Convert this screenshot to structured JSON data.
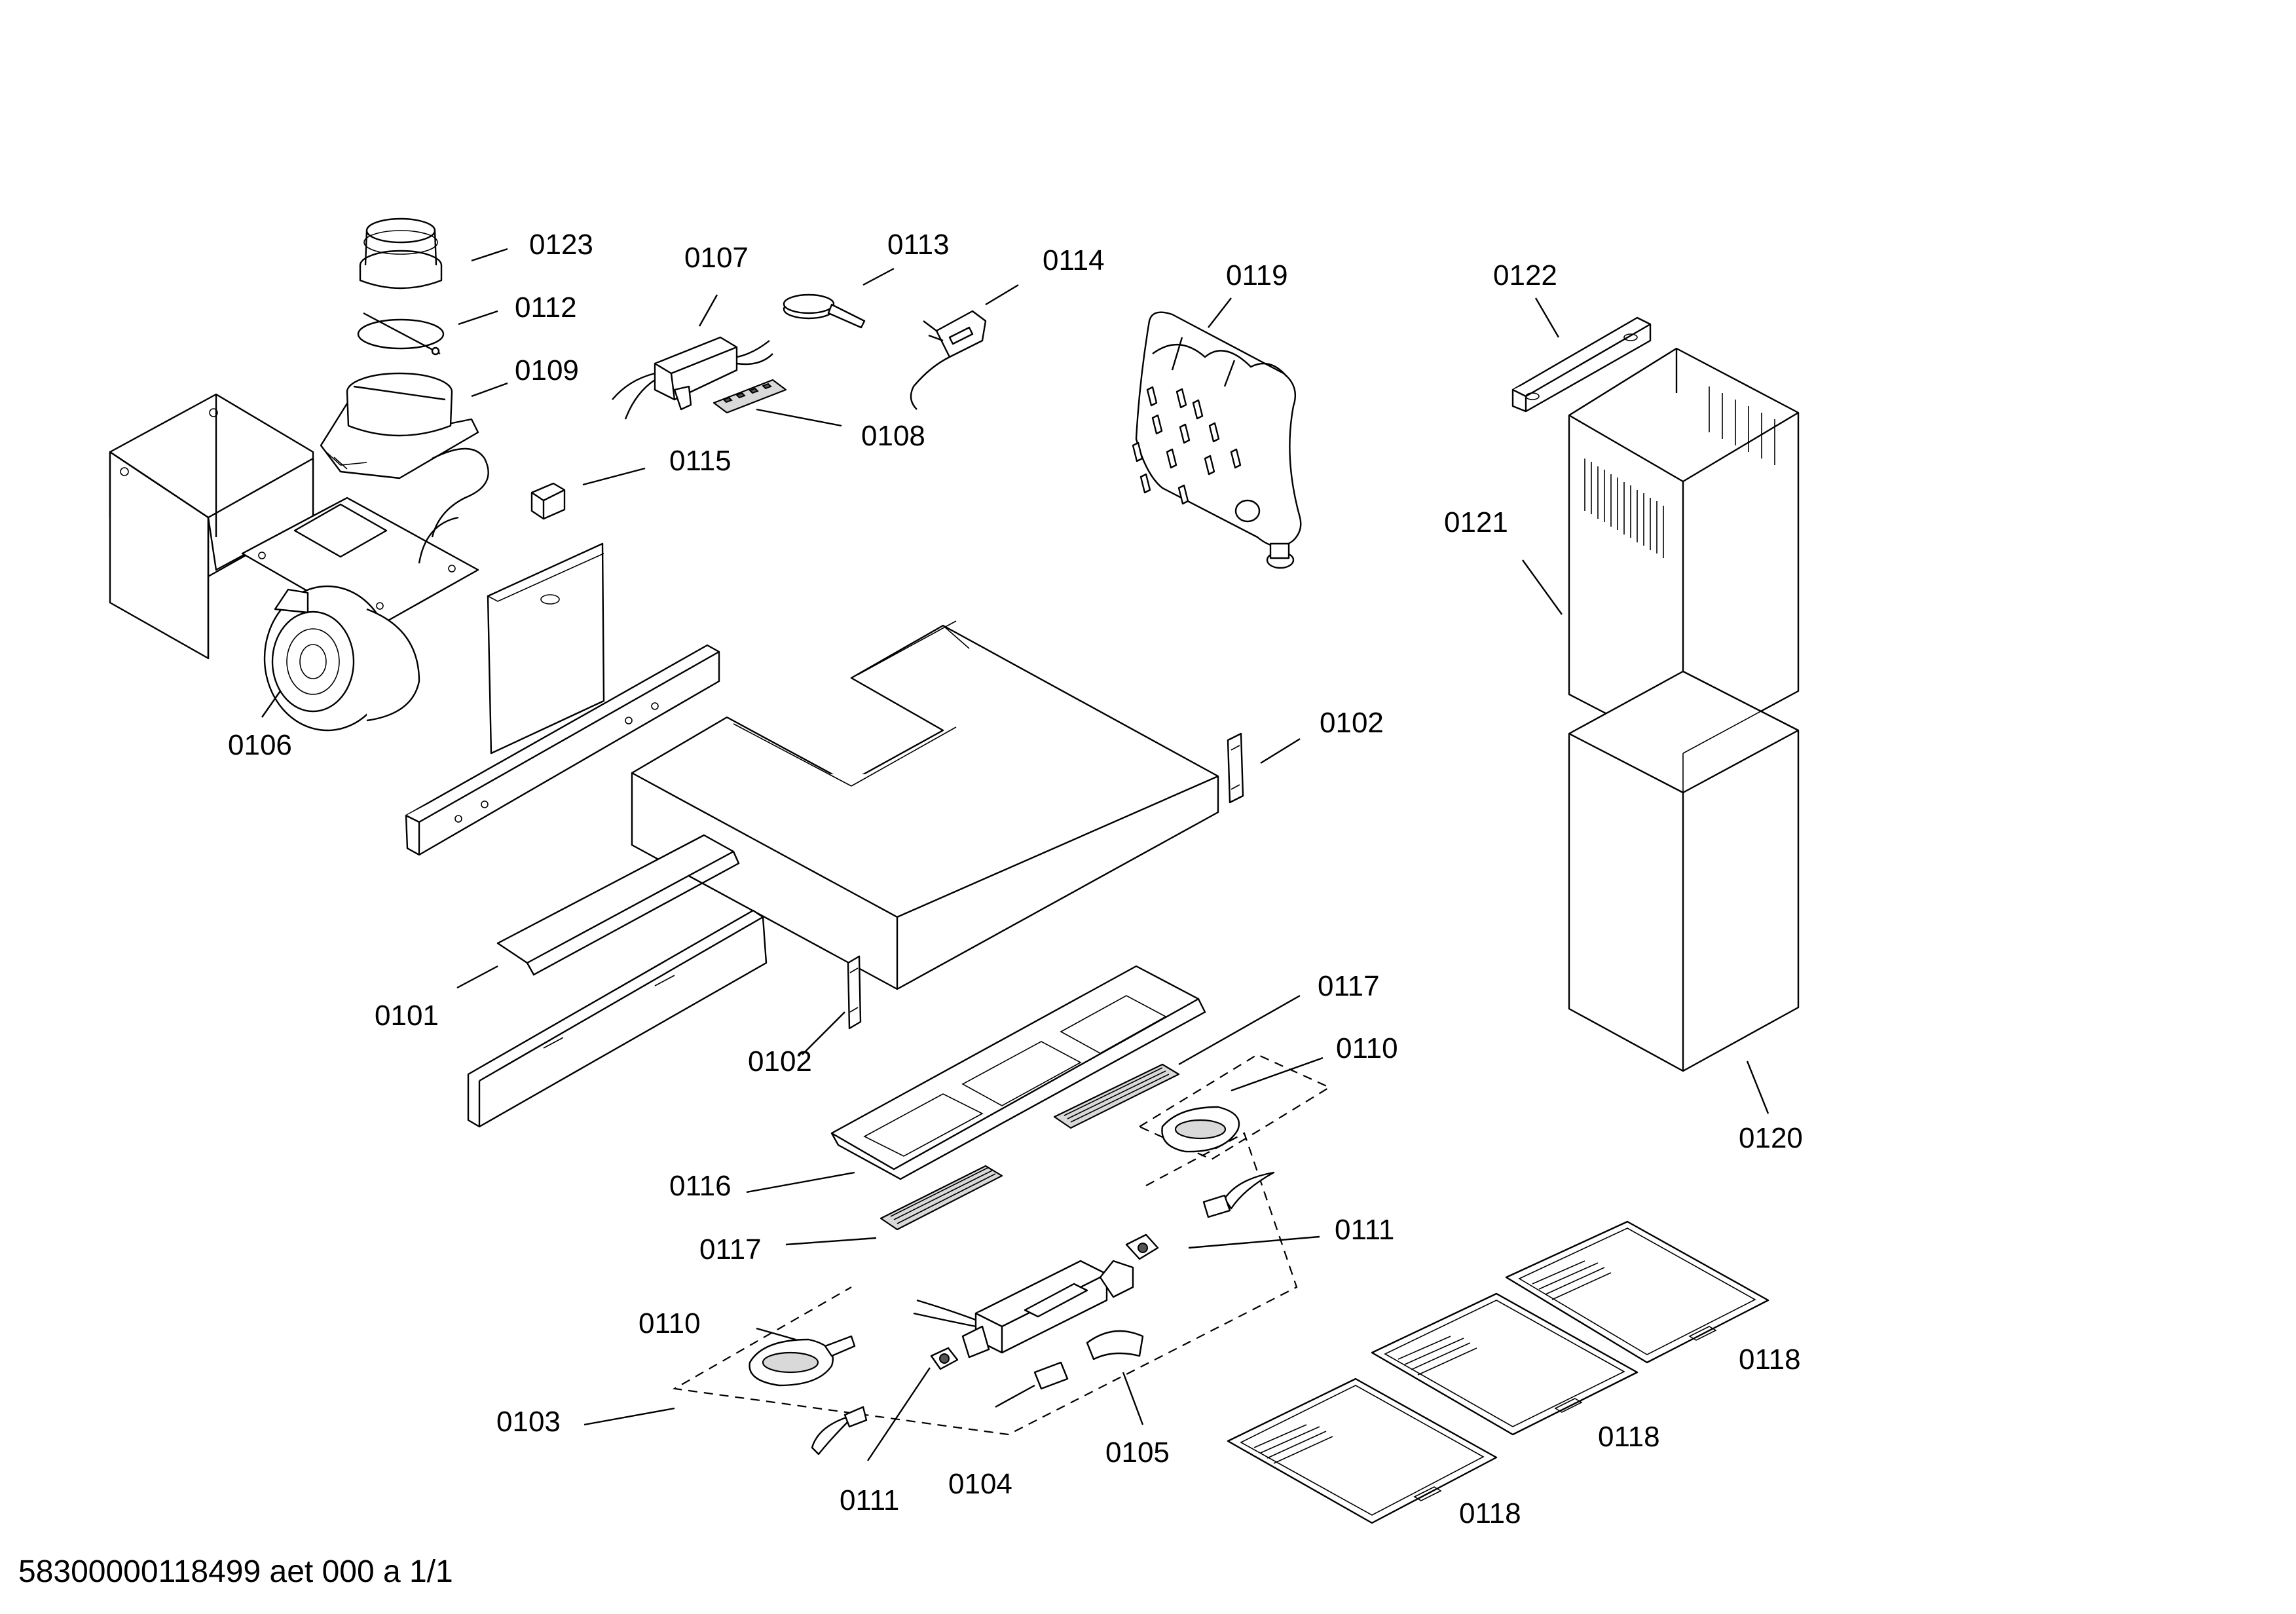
{
  "part_labels": {
    "p0123": "0123",
    "p0112": "0112",
    "p0109": "0109",
    "p0107": "0107",
    "p0113": "0113",
    "p0114": "0114",
    "p0119": "0119",
    "p0122": "0122",
    "p0108": "0108",
    "p0115": "0115",
    "p0121": "0121",
    "p0106": "0106",
    "p0102a": "0102",
    "p0101": "0101",
    "p0102b": "0102",
    "p0117a": "0117",
    "p0110a": "0110",
    "p0120": "0120",
    "p0116": "0116",
    "p0111a": "0111",
    "p0117b": "0117",
    "p0118a": "0118",
    "p0110b": "0110",
    "p0118b": "0118",
    "p0103": "0103",
    "p0105": "0105",
    "p0118c": "0118",
    "p0104": "0104",
    "p0111b": "0111"
  },
  "footer": {
    "document_id": "58300000118499 aet 000 a 1/1"
  }
}
